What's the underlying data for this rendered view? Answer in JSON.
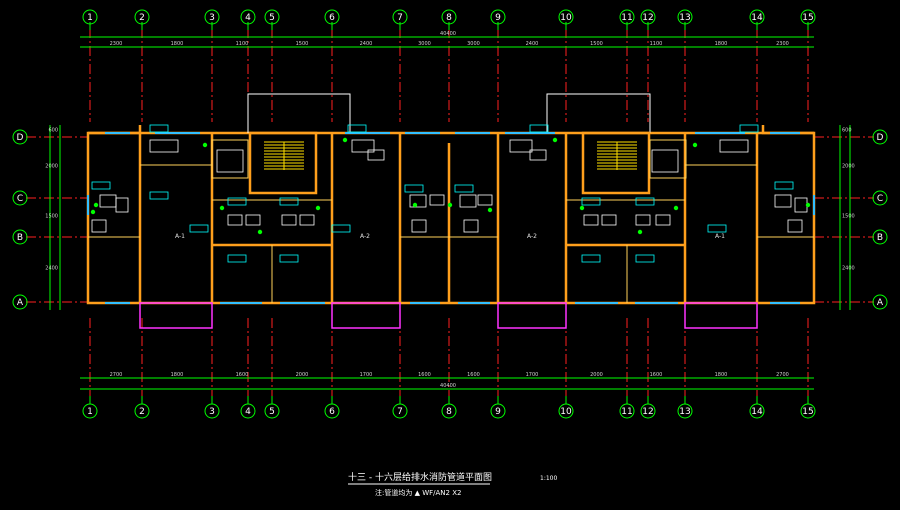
{
  "columns": [
    "1",
    "2",
    "3",
    "4",
    "5",
    "6",
    "7",
    "8",
    "9",
    "10",
    "11",
    "12",
    "13",
    "14",
    "15"
  ],
  "rows": [
    "D",
    "C",
    "B",
    "A"
  ],
  "top_dims": [
    "2300",
    "1800",
    "1100",
    "1500",
    "2400",
    "3000",
    "3000",
    "2400",
    "1500",
    "1100",
    "1800",
    "2300"
  ],
  "top_total": "40400",
  "bottom_dims": [
    "2700",
    "1800",
    "1600",
    "2000",
    "1700",
    "1600",
    "1600",
    "1700",
    "2000",
    "1600",
    "1800",
    "2700"
  ],
  "bottom_total": "40400",
  "left_dims": [
    "600",
    "2000",
    "1500",
    "2400"
  ],
  "right_dims": [
    "600",
    "2000",
    "1500",
    "2400"
  ],
  "room_labels": {
    "unit_a1_left": "A-1",
    "unit_a2_left": "A-2",
    "unit_a2_right": "A-2",
    "unit_a1_right": "A-1"
  },
  "title": "十三 - 十六层给排水消防管道平面图",
  "scale": "1:100",
  "subtitle": "注:管道均为 ▲ WF/AN2  X2"
}
